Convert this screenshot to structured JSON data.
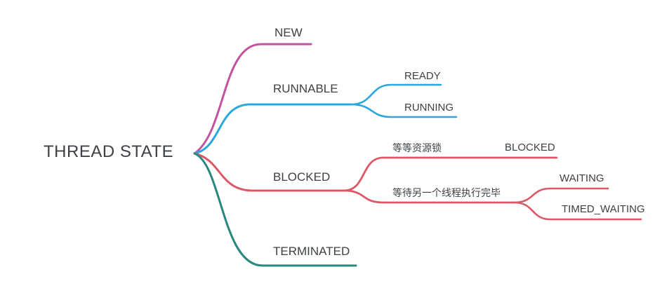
{
  "diagram_type": "mindmap",
  "text_color": "#3d4145",
  "background_color": "#ffffff",
  "tree": {
    "label": "THREAD STATE",
    "children": [
      {
        "label": "NEW",
        "color": "#c2539c",
        "children": []
      },
      {
        "label": "RUNNABLE",
        "color": "#2aa8de",
        "children": [
          {
            "label": "READY",
            "children": []
          },
          {
            "label": "RUNNING",
            "children": []
          }
        ]
      },
      {
        "label": "BLOCKED",
        "color": "#dd5867",
        "children": [
          {
            "label": "等等资源锁",
            "children": [
              {
                "label": "BLOCKED",
                "children": []
              }
            ]
          },
          {
            "label": "等待另一个线程执行完毕",
            "children": [
              {
                "label": "WAITING",
                "children": []
              },
              {
                "label": "TIMED_WAITING",
                "children": []
              }
            ]
          }
        ]
      },
      {
        "label": "TERMINATED",
        "color": "#28877e",
        "children": []
      }
    ]
  }
}
